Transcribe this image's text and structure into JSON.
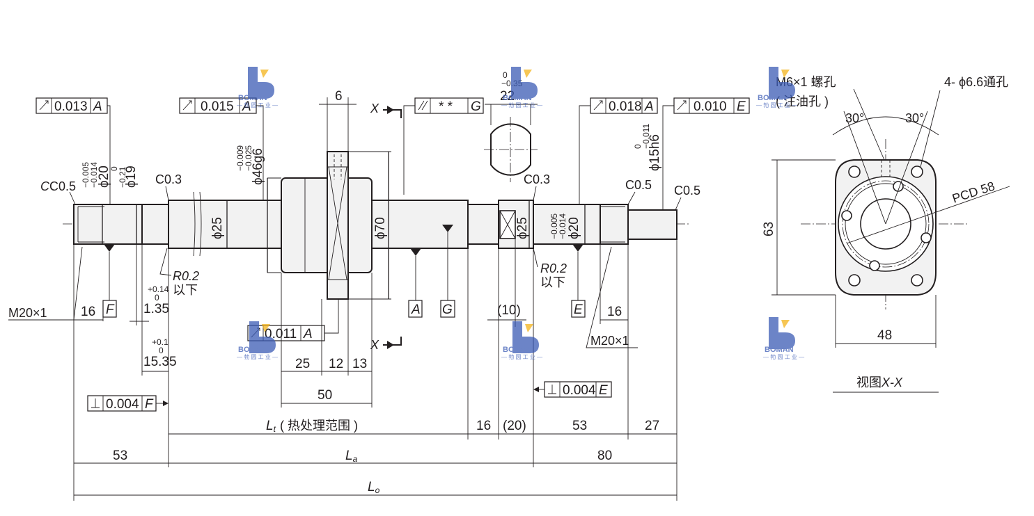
{
  "shaft": {
    "end_left_chamfer": "C0.5",
    "end_right_chamfer_1": "C0.5",
    "end_right_chamfer_2": "C0.5",
    "shoulder_chamfer_left": "C0.3",
    "shoulder_chamfer_right": "C0.3",
    "thread_left": "M20×1",
    "thread_right": "M20×1",
    "dia_left_20": "ϕ20",
    "dia_left_20_tol_upper": "−0.005",
    "dia_left_20_tol_lower": "−0.014",
    "dia_left_19": "ϕ19",
    "dia_left_19_tol_upper": "0",
    "dia_left_19_tol_lower": "−0.21",
    "dia_screw_25": "ϕ25",
    "dia_nut_46": "ϕ46g6",
    "dia_nut_46_tol_upper": "−0.009",
    "dia_nut_46_tol_lower": "−0.025",
    "dia_flange_70": "ϕ70",
    "dia_right_25": "ϕ25",
    "dia_right_20": "ϕ20",
    "dia_right_20_tol_upper": "−0.005",
    "dia_right_20_tol_lower": "−0.014",
    "dia_end_15": "ϕ15h6",
    "dia_end_15_tol_upper": "0",
    "dia_end_15_tol_lower": "−0.011",
    "fillet_left": "R0.2",
    "fillet_left_note": "以下",
    "fillet_right": "R0.2",
    "fillet_right_note": "以下"
  },
  "tolerance_frames": {
    "runout_left": {
      "value": "0.013",
      "datum": "A"
    },
    "runout_mid": {
      "value": "0.015",
      "datum": "A"
    },
    "parallel_flange": {
      "value": "* *",
      "datum": "G"
    },
    "runout_right_1": {
      "value": "0.018",
      "datum": "A"
    },
    "runout_right_2": {
      "value": "0.010",
      "datum": "E"
    },
    "runout_nut": {
      "value": "0.011",
      "datum": "A"
    },
    "perp_left": {
      "value": "0.004",
      "datum": "F"
    },
    "perp_right": {
      "value": "0.004",
      "datum": "E"
    }
  },
  "datums": [
    "F",
    "A",
    "G",
    "E"
  ],
  "dimensions": {
    "flange_width": "6",
    "flat_22": "22",
    "flat_22_tol_upper": "0",
    "flat_22_tol_lower": "−0.35",
    "len_16_left": "16",
    "len_135": "1.35",
    "len_135_tol_upper": "+0.14",
    "len_135_tol_lower": "0",
    "len_1535": "15.35",
    "len_1535_tol_upper": "+0.1",
    "len_1535_tol_lower": "0",
    "nut_25": "25",
    "nut_12": "12",
    "nut_13": "13",
    "nut_50": "50",
    "gap_10": "(10)",
    "len_16_right": "16",
    "len_16_mid": "16",
    "len_20_mid": "(20)",
    "len_53_right": "53",
    "len_27": "27",
    "len_53_left": "53",
    "len_80": "80",
    "lt_label": "L",
    "lt_sub": "t",
    "lt_note": "( 热处理范围 )",
    "la_label": "L",
    "la_sub": "a",
    "lo_label": "L",
    "lo_sub": "o",
    "section_x": "X"
  },
  "view_xx": {
    "title": "视图",
    "title_ital": "X-X",
    "thread_hole": "M6×1 螺孔",
    "thread_hole_note": "( 注油孔 )",
    "through_holes": "4- ϕ6.6通孔",
    "angle_left": "30°",
    "angle_right": "30°",
    "pcd": "PCD 58",
    "height": "63",
    "width": "48"
  },
  "watermark": {
    "brand": "BOMAN",
    "sub": "— 勃 圆 工 业 —"
  }
}
